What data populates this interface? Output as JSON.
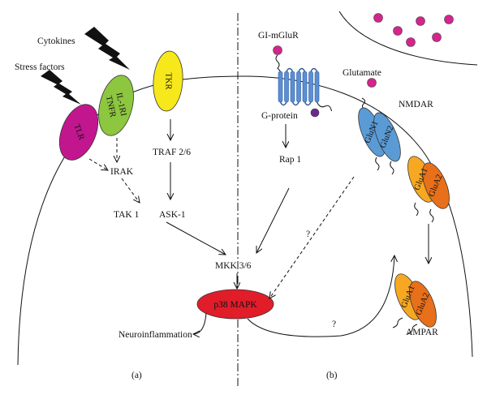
{
  "labels": {
    "cytokines": "Cytokines",
    "stress_factors": "Stress factors",
    "tlr": "TLR",
    "il1r": "IL-1RI",
    "tnfr": "TNFR",
    "tkr": "TKR",
    "irak": "IRAK",
    "tak1": "TAK 1",
    "traf": "TRAF 2/6",
    "ask1": "ASK-1",
    "mkk": "MKK 3/6",
    "p38": "p38 MAPK",
    "neuroinflammation": "Neuroinflammation",
    "gi_mglur": "GI-mGluR",
    "g_protein": "G-protein",
    "rap1": "Rap 1",
    "glutamate": "Glutamate",
    "nmdar": "NMDAR",
    "glun1": "GluN1",
    "glun2": "GluN2",
    "glua1_surface": "GluA1",
    "glua2_surface": "GluA2",
    "glua1_internal": "GluA1",
    "glua2_internal": "GluA2",
    "ampar": "AMPAR",
    "question_nmdar": "?",
    "question_ampar": "?",
    "panel_a": "(a)",
    "panel_b": "(b)"
  },
  "colors": {
    "tlr": "#c2168f",
    "il1r": "#8dc63f",
    "tkr": "#f7e81c",
    "p38": "#e11d2a",
    "nmda": "#5b9bd5",
    "glua1": "#f7a823",
    "glua2": "#e8701a",
    "glutamate": "#d5248d",
    "g_protein": "#6b2a8f",
    "mglur": "#5a8fd6",
    "stress_bolt": "#111111"
  }
}
